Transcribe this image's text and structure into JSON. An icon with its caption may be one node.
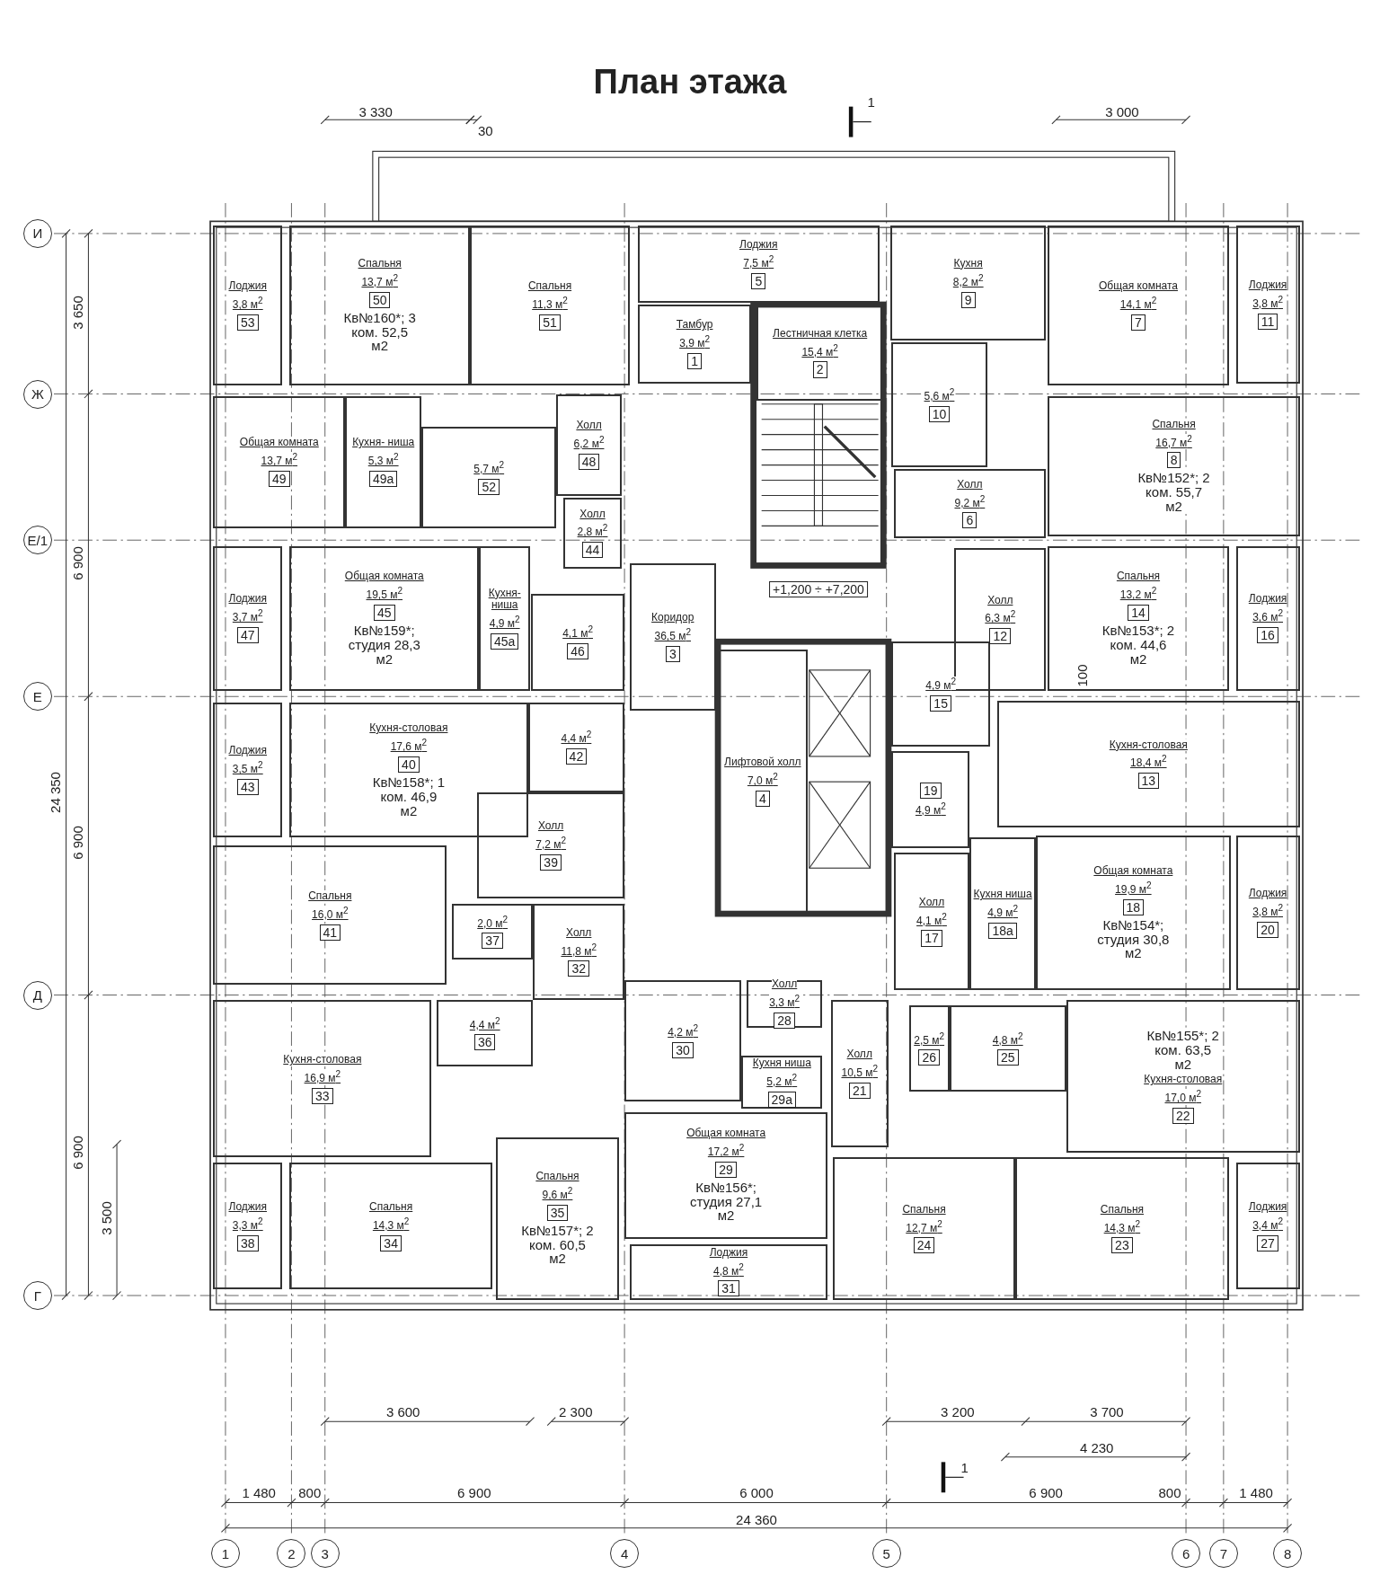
{
  "diagram": {
    "title": "План этажа",
    "nodes": [
      {
        "text": [
          "Лоджия",
          "3,8 м$^{2}$",
          "53"
        ]
      },
      {
        "text": [
          "Спальня",
          "13,7 м$^{2}$",
          "50",
          "Кв№160*; 3 ком. 52,5 м2"
        ]
      },
      {
        "text": [
          "Спальня",
          "11,3 м$^{2}$",
          "51"
        ]
      },
      {
        "text": [
          "Лоджия",
          "7,5 м$^{2}$",
          "5"
        ]
      },
      {
        "text": [
          "Кухня",
          "8,2 м$^{2}$",
          "9"
        ]
      },
      {
        "text": [
          "Общая комната",
          "14,1 м$^{2}$",
          "7"
        ]
      },
      {
        "text": [
          "Лоджия",
          "3,8 м$^{2}$",
          "11"
        ]
      },
      {
        "text": [
          "Тамбур",
          "3,9 м$^{2}$",
          "1"
        ]
      },
      {
        "text": [
          "Лестничная клетка",
          "15,4 м$^{2}$",
          "2"
        ]
      },
      {
        "text": [
          "5,6 м$^{2}$",
          "10"
        ]
      },
      {
        "text": [
          "Холл",
          "6,2 м$^{2}$",
          "48"
        ]
      },
      {
        "text": [
          "Общая комната",
          "13,7 м$^{2}$",
          "49"
        ]
      },
      {
        "text": [
          "Кухня- ниша",
          "5,3 м$^{2}$",
          "49а"
        ]
      },
      {
        "text": [
          "5,7 м$^{2}$",
          "52"
        ]
      },
      {
        "text": [
          "Холл",
          "9,2 м$^{2}$",
          "6"
        ]
      },
      {
        "text": [
          "Спальня",
          "16,7 м$^{2}$",
          "8",
          "Кв№152*; 2 ком. 55,7 м2"
        ]
      },
      {
        "text": [
          "Холл",
          "2,8 м$^{2}$",
          "44"
        ]
      },
      {
        "text": [
          "Лоджия",
          "3,7 м$^{2}$",
          "47"
        ]
      },
      {
        "text": [
          "Общая комната",
          "19,5 м$^{2}$",
          "45",
          "Кв№159*; студия 28,3 м2"
        ]
      },
      {
        "text": [
          "Кухня- ниша",
          "4,9 м$^{2}$",
          "45а"
        ]
      },
      {
        "text": [
          "4,1 м$^{2}$",
          "46"
        ]
      },
      {
        "text": [
          "Коридор",
          "36,5 м$^{2}$",
          "3"
        ]
      },
      {
        "text": [
          "Холл",
          "6,3 м$^{2}$",
          "12"
        ]
      },
      {
        "text": [
          "Спальня",
          "13,2 м$^{2}$",
          "14",
          "Кв№153*; 2 ком. 44,6 м2"
        ]
      },
      {
        "text": [
          "Лоджия",
          "3,6 м$^{2}$",
          "16"
        ]
      },
      {
        "text": [
          "Лифтовой холл",
          "7,0 м$^{2}$",
          "4"
        ]
      },
      {
        "text": [
          "4,9 м$^{2}$",
          "15"
        ]
      },
      {
        "text": [
          "Лоджия",
          "3,5 м$^{2}$",
          "43"
        ]
      },
      {
        "text": [
          "Кухня-столовая",
          "17,6 м$^{2}$",
          "40",
          "Кв№158*; 1 ком. 46,9 м2"
        ]
      },
      {
        "text": [
          "4,4 м$^{2}$",
          "42"
        ]
      },
      {
        "text": [
          "Кухня-столовая",
          "18,4 м$^{2}$",
          "13"
        ]
      },
      {
        "text": [
          "19",
          "4,9 м$^{2}$"
        ]
      },
      {
        "text": [
          "Холл",
          "7,2 м$^{2}$",
          "39"
        ]
      },
      {
        "text": [
          "Общая комната",
          "19,9 м$^{2}$",
          "18",
          "Кв№154*; студия 30,8 м2"
        ]
      },
      {
        "text": [
          "Спальня",
          "16,0 м$^{2}$",
          "41"
        ]
      },
      {
        "text": [
          "2,0 м$^{2}$",
          "37"
        ]
      },
      {
        "text": [
          "Холл",
          "11,8 м$^{2}$",
          "32"
        ]
      },
      {
        "text": [
          "Холл",
          "4,1 м$^{2}$",
          "17"
        ]
      },
      {
        "text": [
          "Кухня ниша",
          "4,9 м$^{2}$",
          "18а"
        ]
      },
      {
        "text": [
          "Лоджия",
          "3,8 м$^{2}$",
          "20"
        ]
      },
      {
        "text": [
          "4,2 м$^{2}$",
          "30"
        ]
      },
      {
        "text": [
          "Холл",
          "3,3 м$^{2}$",
          "28"
        ]
      },
      {
        "text": [
          "4,4 м$^{2}$",
          "36"
        ]
      },
      {
        "text": [
          "Кухня-столовая",
          "16,9 м$^{2}$",
          "33"
        ]
      },
      {
        "text": [
          "Холл",
          "10,5 м$^{2}$",
          "21"
        ]
      },
      {
        "text": [
          "2,5 м$^{2}$",
          "26"
        ]
      },
      {
        "text": [
          "4,8 м$^{2}$",
          "25"
        ]
      },
      {
        "text": [
          "Кв№155*; 2 ком. 63,5 м2",
          "Кухня-столовая",
          "17,0 м$^{2}$",
          "22"
        ]
      },
      {
        "text": [
          "Кухня ниша",
          "5,2 м$^{2}$",
          "29а"
        ]
      },
      {
        "text": [
          "Общая комната",
          "17,2 м$^{2}$",
          "29",
          "Кв№156*; студия 27,1 м2"
        ]
      },
      {
        "text": [
          "Лоджия",
          "3,3 м$^{2}$",
          "38"
        ]
      },
      {
        "text": [
          "Спальня",
          "14,3 м$^{2}$",
          "34"
        ]
      },
      {
        "text": [
          "Спальня",
          "9,6 м$^{2}$",
          "35",
          "Кв№157*; 2 ком. 60,5 м2"
        ]
      },
      {
        "text": [
          "Спальня",
          "12,7 м$^{2}$",
          "24"
        ]
      },
      {
        "text": [
          "Спальня",
          "14,3 м$^{2}$",
          "23"
        ]
      },
      {
        "text": [
          "Лоджия",
          "3,4 м$^{2}$",
          "27"
        ]
      },
      {
        "text": [
          "Лоджия",
          "4,8 м$^{2}$",
          "31"
        ]
      }
    ],
    "labels": [
      "3 330",
      "30",
      "1",
      "3 000",
      "И",
      "3 650",
      "Ж",
      "6 900",
      "Е/1",
      "Е",
      "24 350",
      "6 900",
      "Д",
      "6 900",
      "3 500",
      "Г",
      "+1,200 ÷ +7,200",
      "100",
      "3 600",
      "2 300",
      "3 200",
      "3 700",
      "4 230",
      "1",
      "1 480",
      "800",
      "6 900",
      "6 000",
      "6 900",
      "800",
      "1 480",
      "24 360",
      "1",
      "2",
      "3",
      "4",
      "5",
      "6",
      "7",
      "8"
    ]
  }
}
